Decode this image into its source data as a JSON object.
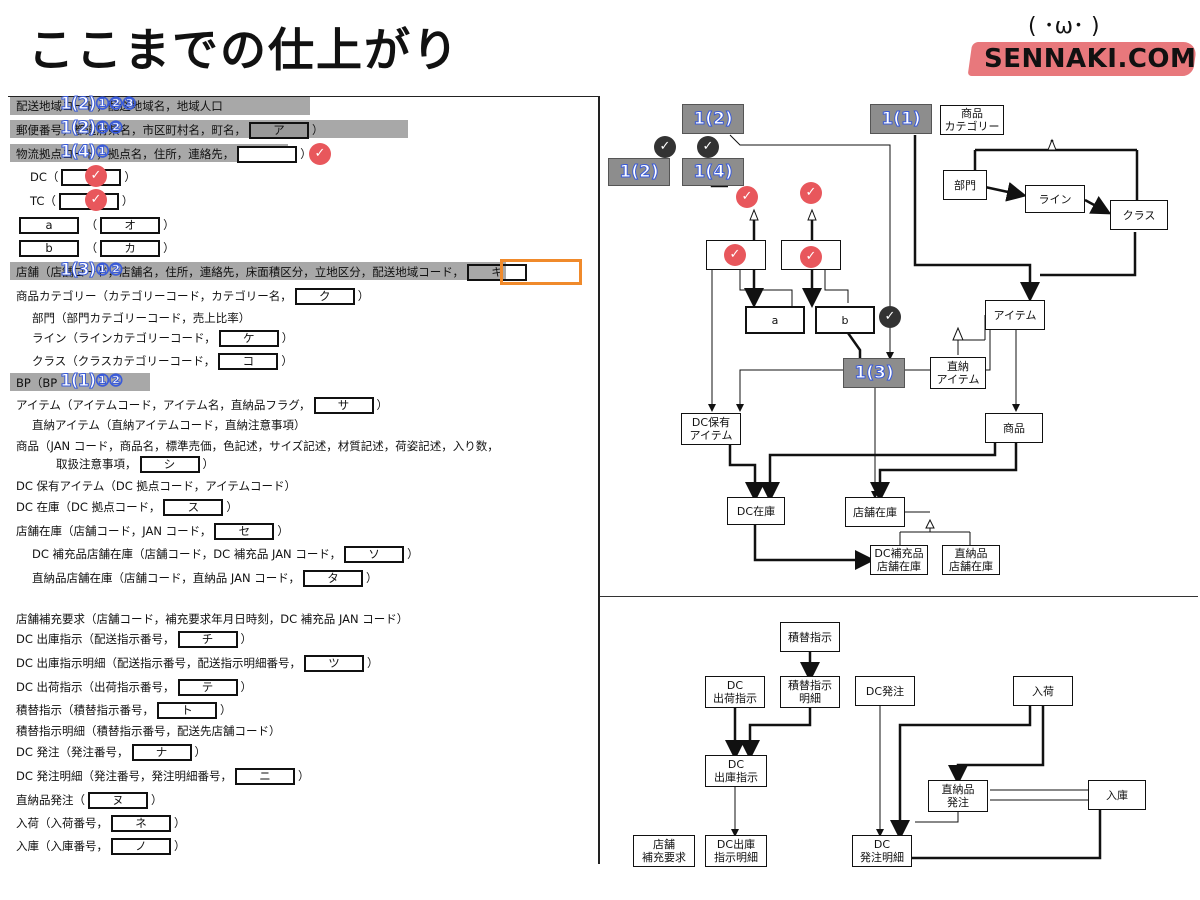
{
  "title": "ここまでの仕上がり",
  "logo": {
    "face": "( ･ω･ )",
    "text": "SENNAKI.COM"
  },
  "rows": {
    "r1": "配送地域コード，配送地域名，地域人口",
    "r2a": "郵便番号，都道府県名，市区町村名，町名，",
    "r2box": "ア",
    "r3a": "物流拠点コード，拠点名，住所，連絡先，",
    "r4a": "DC（",
    "r5a": "TC（",
    "r6box1": "a",
    "r6box2": "オ",
    "r7box1": "b",
    "r7box2": "カ",
    "r8a": "店舗（店舗コード，店舗名，住所，連絡先，床面積区分，立地区分，配送地域コード，",
    "r8box": "キ",
    "r9a": "商品カテゴリー（カテゴリーコード，カテゴリー名，",
    "r9box": "ク",
    "r10a": "部門（部門カテゴリーコード，売上比率）",
    "r11a": "ライン（ラインカテゴリーコード，",
    "r11box": "ケ",
    "r12a": "クラス（クラスカテゴリーコード，",
    "r12box": "コ",
    "r13a": "BP（BP",
    "r14a": "アイテム（アイテムコード，アイテム名，直納品フラグ，",
    "r14box": "サ",
    "r15a": "直納アイテム（直納アイテムコード，直納注意事項）",
    "r16a": "商品（JAN コード，商品名，標準売価，色記述，サイズ記述，材質記述，荷姿記述，入り数，",
    "r17a": "取扱注意事項，",
    "r17box": "シ",
    "r18a": "DC 保有アイテム（DC 拠点コード，アイテムコード）",
    "r19a": "DC 在庫（DC 拠点コード，",
    "r19box": "ス",
    "r20a": "店舗在庫（店舗コード，JAN コード，",
    "r20box": "セ",
    "r21a": "DC 補充品店舗在庫（店舗コード，DC 補充品 JAN コード，",
    "r21box": "ソ",
    "r22a": "直納品店舗在庫（店舗コード，直納品 JAN コード，",
    "r22box": "タ",
    "r23a": "店舗補充要求（店舗コード，補充要求年月日時刻，DC 補充品 JAN コード）",
    "r24a": "DC 出庫指示（配送指示番号，",
    "r24box": "チ",
    "r25a": "DC 出庫指示明細（配送指示番号，配送指示明細番号，",
    "r25box": "ツ",
    "r26a": "DC 出荷指示（出荷指示番号，",
    "r26box": "テ",
    "r27a": "積替指示（積替指示番号，",
    "r27box": "ト",
    "r28a": "積替指示明細（積替指示番号，配送先店舗コード）",
    "r29a": "DC 発注（発注番号，",
    "r29box": "ナ",
    "r30a": "DC 発注明細（発注番号，発注明細番号，",
    "r30box": "ニ",
    "r31a": "直納品発注（",
    "r31box": "ヌ",
    "r32a": "入荷（入荷番号，",
    "r32box": "ネ",
    "r33a": "入庫（入庫番号，",
    "r33box": "ノ",
    "close": "）"
  },
  "badges": {
    "b1": "1(2)①②③",
    "b2": "1(2)①②",
    "b3": "1(4)①",
    "b4": "1(3)①②",
    "b5": "1(1)①②"
  },
  "nodes": {
    "g12top": "1(2)",
    "g11": "1(1)",
    "g12": "1(2)",
    "g14": "1(4)",
    "g13": "1(3)",
    "cat": "商品\nカテゴリー",
    "bumon": "部門",
    "line": "ライン",
    "class": "クラス",
    "item": "アイテム",
    "direct_item": "直納\nアイテム",
    "a": "a",
    "b": "b",
    "dc_item": "DC保有\nアイテム",
    "shohin": "商品",
    "dc_stock": "DC在庫",
    "store_stock": "店舗在庫",
    "dc_repl_stock": "DC補充品\n店舗在庫",
    "direct_stock": "直納品\n店舗在庫",
    "transfer": "積替指示",
    "dc_ship": "DC\n出荷指示",
    "transfer_detail": "積替指示\n明細",
    "dc_order": "DC発注",
    "arrival": "入荷",
    "dc_issue": "DC\n出庫指示",
    "direct_order": "直納品\n発注",
    "warehousing": "入庫",
    "store_req": "店舗\n補充要求",
    "dc_issue_detail": "DC出庫\n指示明細",
    "dc_order_detail": "DC\n発注明細"
  }
}
